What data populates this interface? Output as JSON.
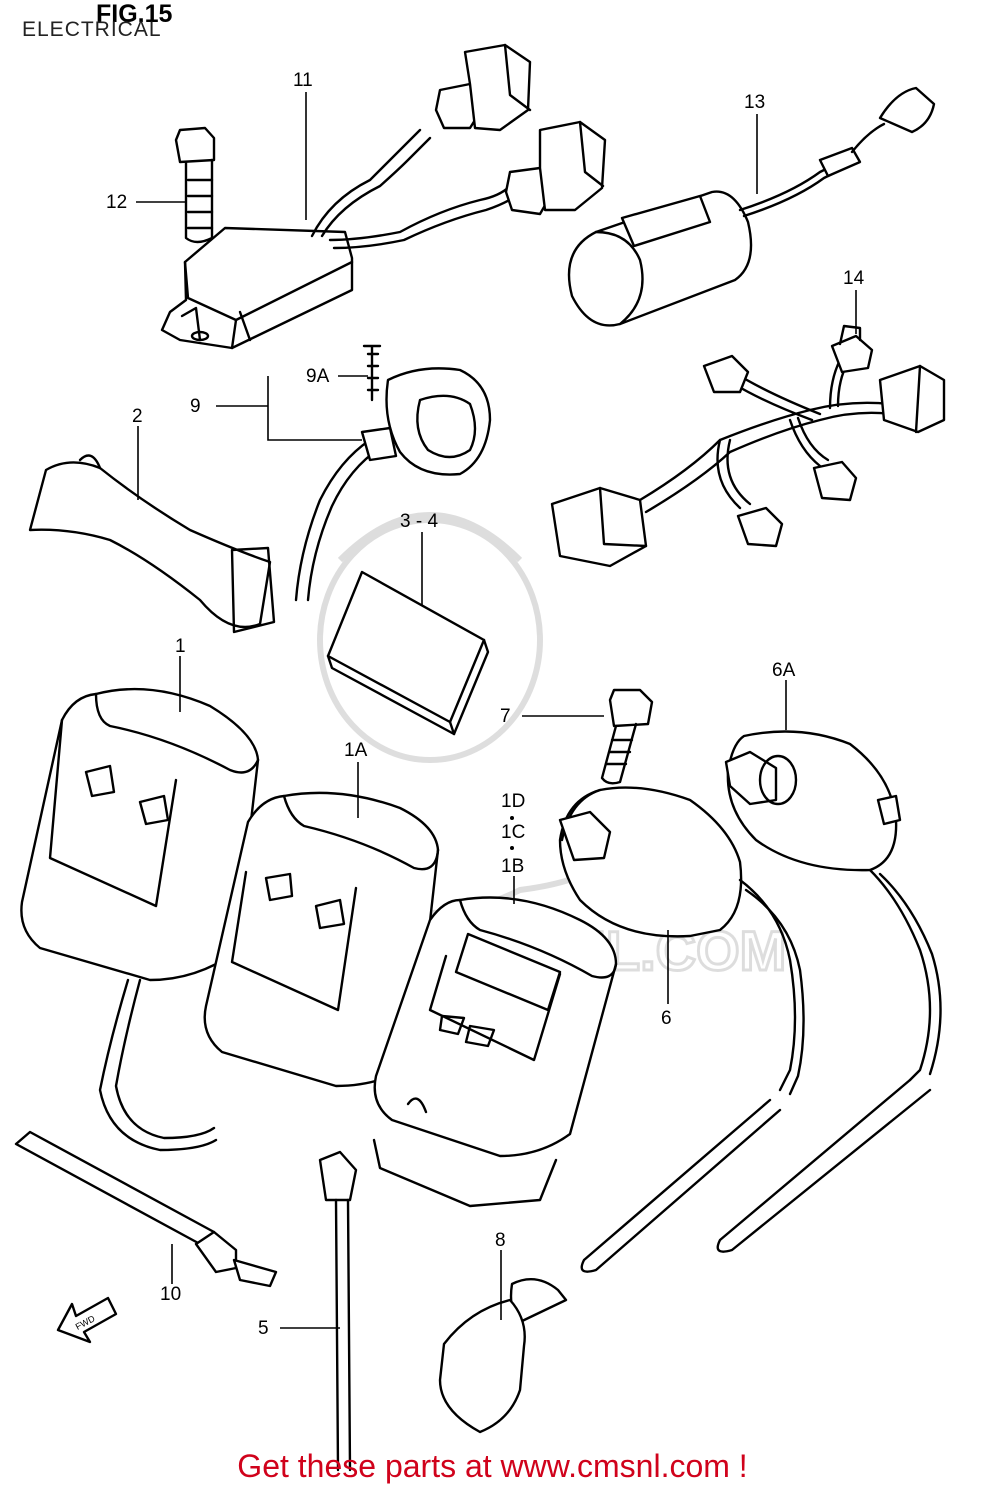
{
  "header": {
    "figure": "FIG.15",
    "section": "ELECTRICAL"
  },
  "watermark": {
    "url_text": "WWW.CMSNL.COM"
  },
  "callouts": [
    {
      "id": "c-11",
      "label": "11"
    },
    {
      "id": "c-12",
      "label": "12"
    },
    {
      "id": "c-13",
      "label": "13"
    },
    {
      "id": "c-14",
      "label": "14"
    },
    {
      "id": "c-9A",
      "label": "9A"
    },
    {
      "id": "c-9",
      "label": "9"
    },
    {
      "id": "c-2",
      "label": "2"
    },
    {
      "id": "c-3-4",
      "label": "3 - 4"
    },
    {
      "id": "c-1",
      "label": "1"
    },
    {
      "id": "c-6A",
      "label": "6A"
    },
    {
      "id": "c-7",
      "label": "7"
    },
    {
      "id": "c-1A",
      "label": "1A"
    },
    {
      "id": "c-1D",
      "label": "1D"
    },
    {
      "id": "c-1C",
      "label": "1C"
    },
    {
      "id": "c-1B",
      "label": "1B"
    },
    {
      "id": "c-6",
      "label": "6"
    },
    {
      "id": "c-8",
      "label": "8"
    },
    {
      "id": "c-10",
      "label": "10"
    },
    {
      "id": "c-5",
      "label": "5"
    }
  ],
  "fwd_label": "FWD",
  "footer": {
    "text": "Get these parts at www.cmsnl.com !",
    "color": "#d0021b"
  }
}
